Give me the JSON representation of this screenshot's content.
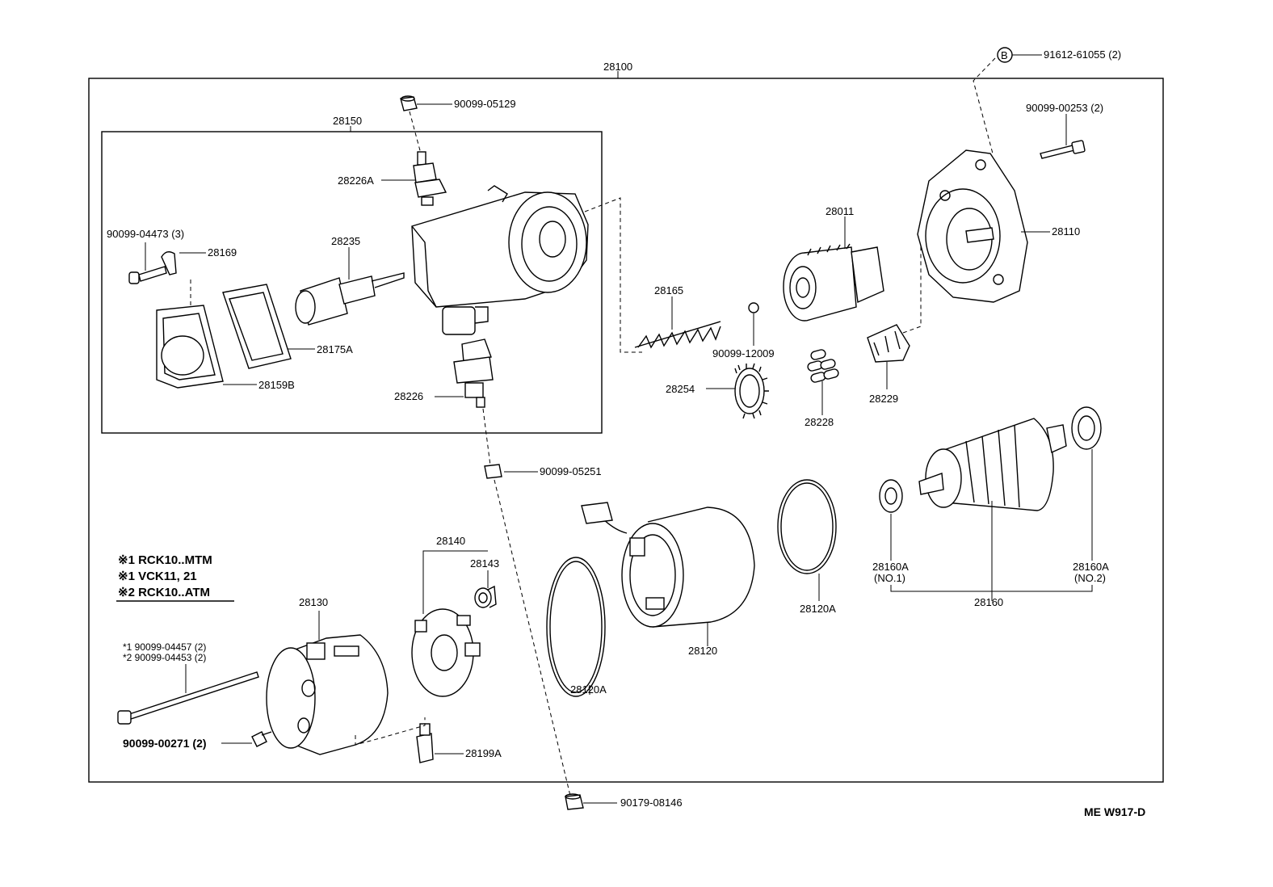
{
  "assembly": {
    "main": "28100",
    "solenoid": "28150"
  },
  "labels": {
    "b_callout": "B",
    "b_bolt": "91612-61055 (2)",
    "nut_top": "90099-05129",
    "terminal_top": "28226A",
    "screw_cover": "90099-04473 (3)",
    "clamp": "28169",
    "plunger": "28235",
    "gasket": "28175A",
    "cover": "28159B",
    "terminal_bottom": "28226",
    "bolt_housing": "90099-00253 (2)",
    "clutch": "28011",
    "housing": "28110",
    "spring": "28165",
    "ball": "90099-12009",
    "idle_gear": "28254",
    "rollers": "28228",
    "retainer": "28229",
    "nut_mid": "90099-05251",
    "holder": "28140",
    "brush_spring": "28143",
    "end_frame": "28130",
    "yoke": "28120",
    "oring_right": "28120A",
    "oring_left": "28120A",
    "bearing_1": "28160A",
    "bearing_1_sub": "(NO.1)",
    "bearing_2": "28160A",
    "bearing_2_sub": "(NO.2)",
    "armature": "28160",
    "through_bolt_1": "*1  90099-04457 (2)",
    "through_bolt_2": "*2  90099-04453 (2)",
    "screw_end": "90099-00271 (2)",
    "plug": "28199A",
    "nut_bottom": "90179-08146"
  },
  "notes": [
    "※1 RCK10..MTM",
    "※1 VCK11, 21",
    "※2 RCK10..ATM"
  ],
  "diagram_code": "ME  W917-D"
}
